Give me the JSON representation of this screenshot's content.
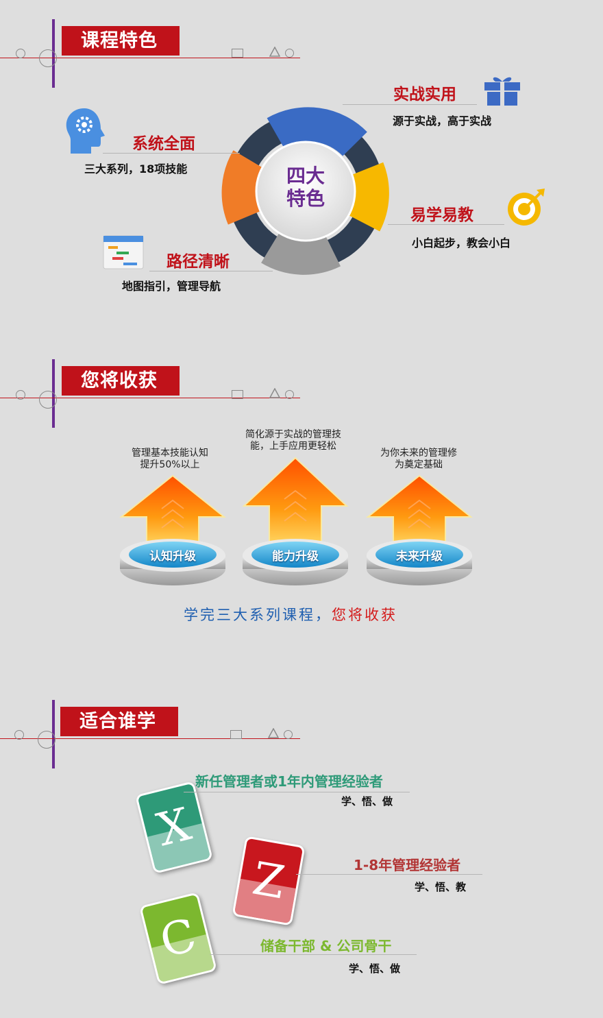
{
  "section1": {
    "title": "课程特色",
    "center_text_1": "四大",
    "center_text_2": "特色",
    "features": [
      {
        "title": "实战实用",
        "sub": "源于实战，高于实战",
        "icon": "gift-icon"
      },
      {
        "title": "系统全面",
        "sub": "三大系列，18项技能",
        "icon": "brain-gear-icon"
      },
      {
        "title": "易学易教",
        "sub": "小白起步，教会小白",
        "icon": "target-icon"
      },
      {
        "title": "路径清晰",
        "sub": "地图指引，管理导航",
        "icon": "roadmap-icon"
      }
    ],
    "ring_colors": [
      "#3a6bc4",
      "#f7b800",
      "#9a9a9a",
      "#f07c27",
      "#2f3e52"
    ]
  },
  "section2": {
    "title": "您将收获",
    "gains": [
      {
        "caption_1": "管理基本技能认知",
        "caption_2": "提升50%以上",
        "label": "认知升级"
      },
      {
        "caption_1": "简化源于实战的管理技",
        "caption_2": "能，上手应用更轻松",
        "label": "能力升级"
      },
      {
        "caption_1": "为你未来的管理修",
        "caption_2": "为奠定基础",
        "label": "未来升级"
      }
    ],
    "footer_blue": "学完三大系列课程，",
    "footer_red": "您将收获"
  },
  "section3": {
    "title": "适合谁学",
    "audiences": [
      {
        "letter": "X",
        "title": "新任管理者或1年内管理经验者",
        "sub": "学、悟、做",
        "color": "#2e9a78",
        "title_color": "#2e9a78"
      },
      {
        "letter": "Z",
        "title": "1-8年管理经验者",
        "sub": "学、悟、教",
        "color": "#c8171e",
        "title_color": "#b23535"
      },
      {
        "letter": "C",
        "title": "储备干部 & 公司骨干",
        "sub": "学、悟、做",
        "color": "#7cb82f",
        "title_color": "#7cb82f"
      }
    ]
  }
}
